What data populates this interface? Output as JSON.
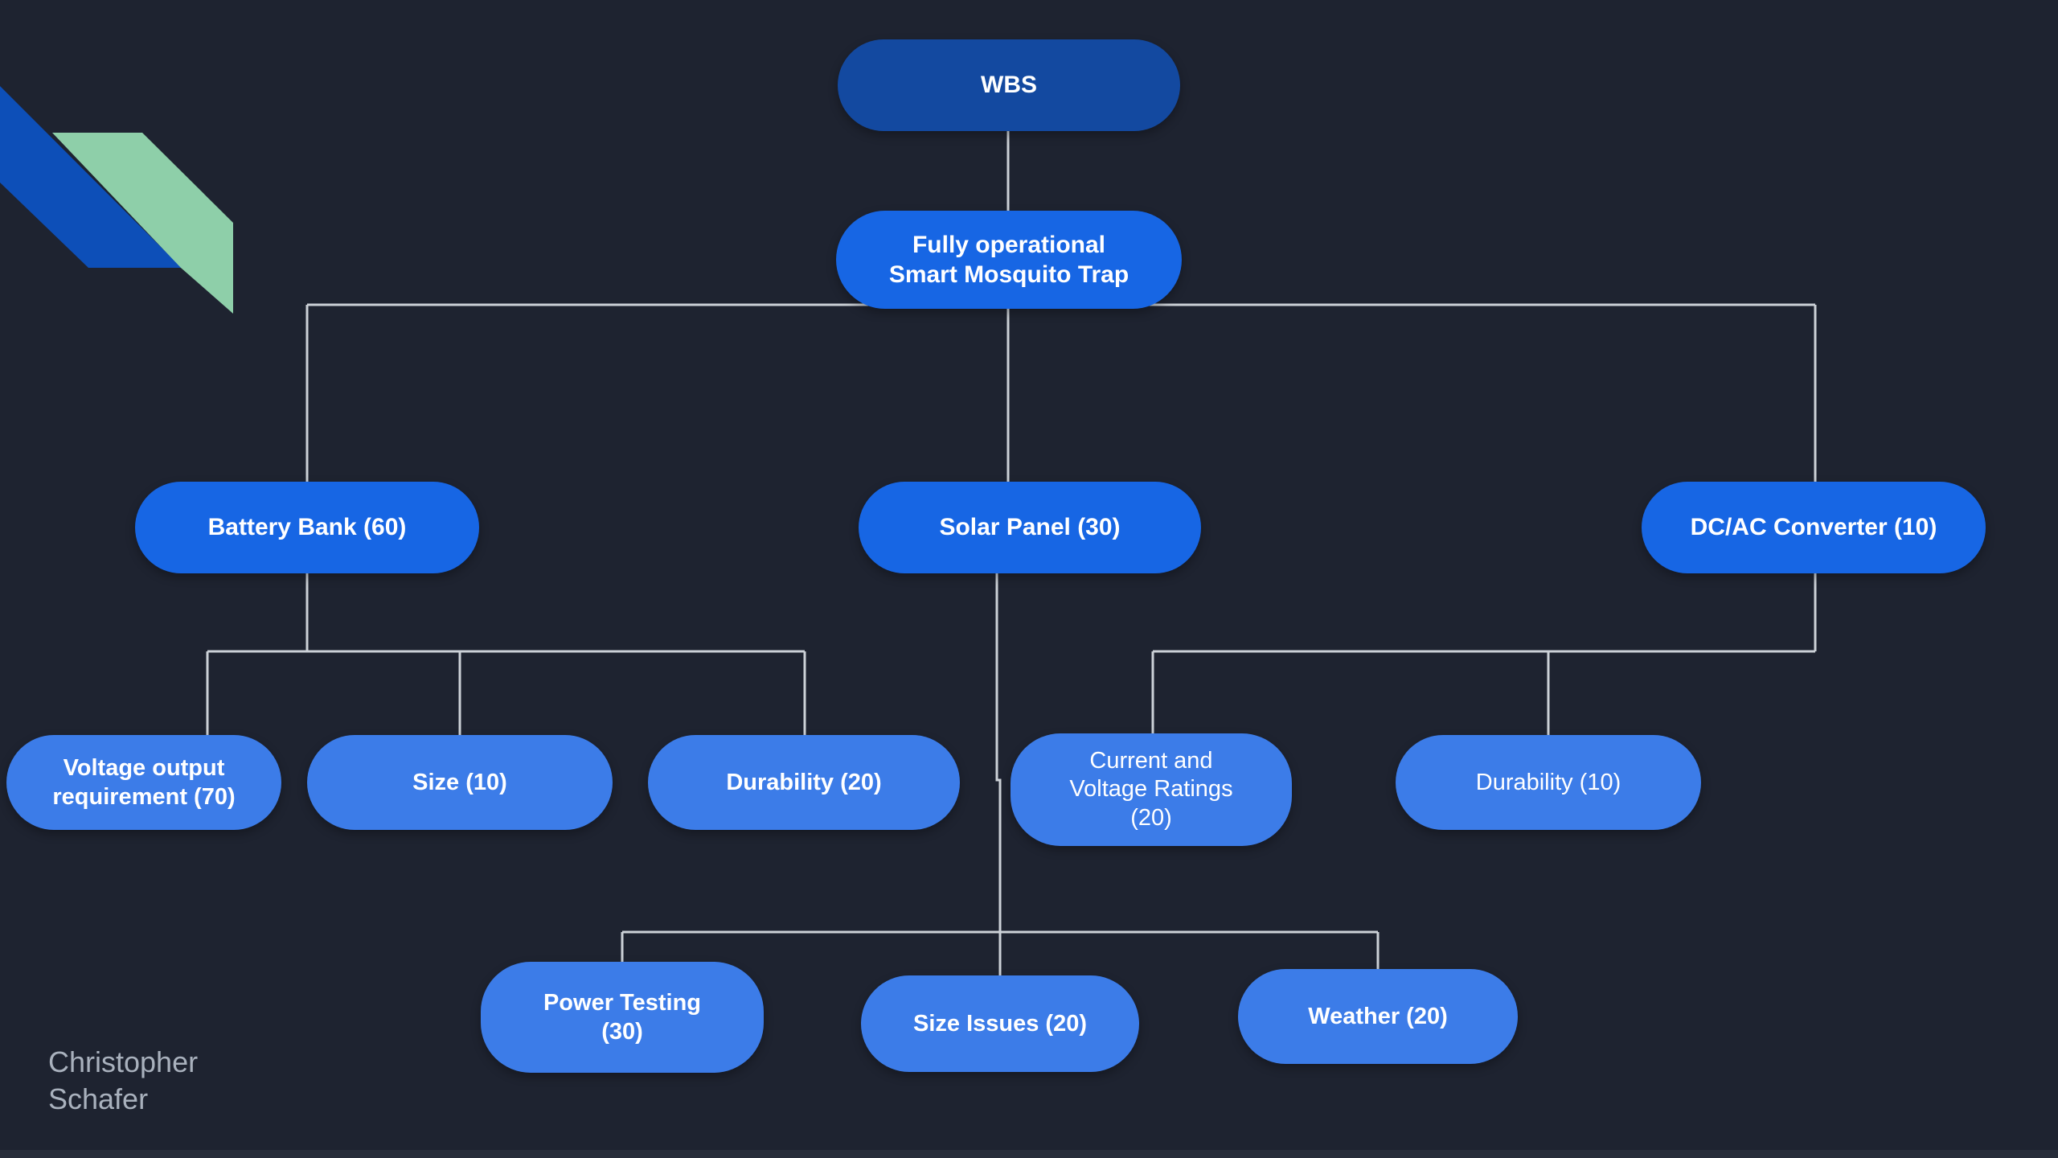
{
  "diagram_title": "WBS",
  "nodes": {
    "wbs": {
      "label": "WBS",
      "level": 1
    },
    "trap": {
      "label": "Fully operational\nSmart Mosquito Trap",
      "level": 2
    },
    "battery": {
      "label": "Battery Bank (60)",
      "level": 3
    },
    "solar": {
      "label": "Solar Panel (30)",
      "level": 3
    },
    "converter": {
      "label": "DC/AC Converter (10)",
      "level": 3
    },
    "voltage": {
      "label": "Voltage output\nrequirement (70)",
      "level": 4,
      "parent": "Battery Bank (60)"
    },
    "size": {
      "label": "Size (10)",
      "level": 4,
      "parent": "Battery Bank (60)"
    },
    "durability20": {
      "label": "Durability (20)",
      "level": 4,
      "parent": "Battery Bank (60)"
    },
    "current": {
      "label": "Current and\nVoltage Ratings\n(20)",
      "level": 4,
      "parent": "DC/AC Converter (10)"
    },
    "durability10": {
      "label": "Durability (10)",
      "level": 4,
      "parent": "DC/AC Converter (10)"
    },
    "power": {
      "label": "Power Testing\n(30)",
      "level": 4,
      "parent": "Solar Panel (30)"
    },
    "size_issues": {
      "label": "Size Issues (20)",
      "level": 4,
      "parent": "Solar Panel (30)"
    },
    "weather": {
      "label": "Weather (20)",
      "level": 4,
      "parent": "Solar Panel (30)"
    }
  },
  "author": {
    "name": "Christopher\nSchafer"
  },
  "colors": {
    "background": "#1e2330",
    "node_root": "#1349a0",
    "node_branch": "#1766e4",
    "node_leaf": "#3c7ce8",
    "connector": "#ccd1d7",
    "accent_blue": "#0d4fb8",
    "accent_green": "#8ecfa9",
    "author_text": "#a9b1bd",
    "bottom_strip": "#272d3a",
    "node_text": "#ffffff"
  }
}
